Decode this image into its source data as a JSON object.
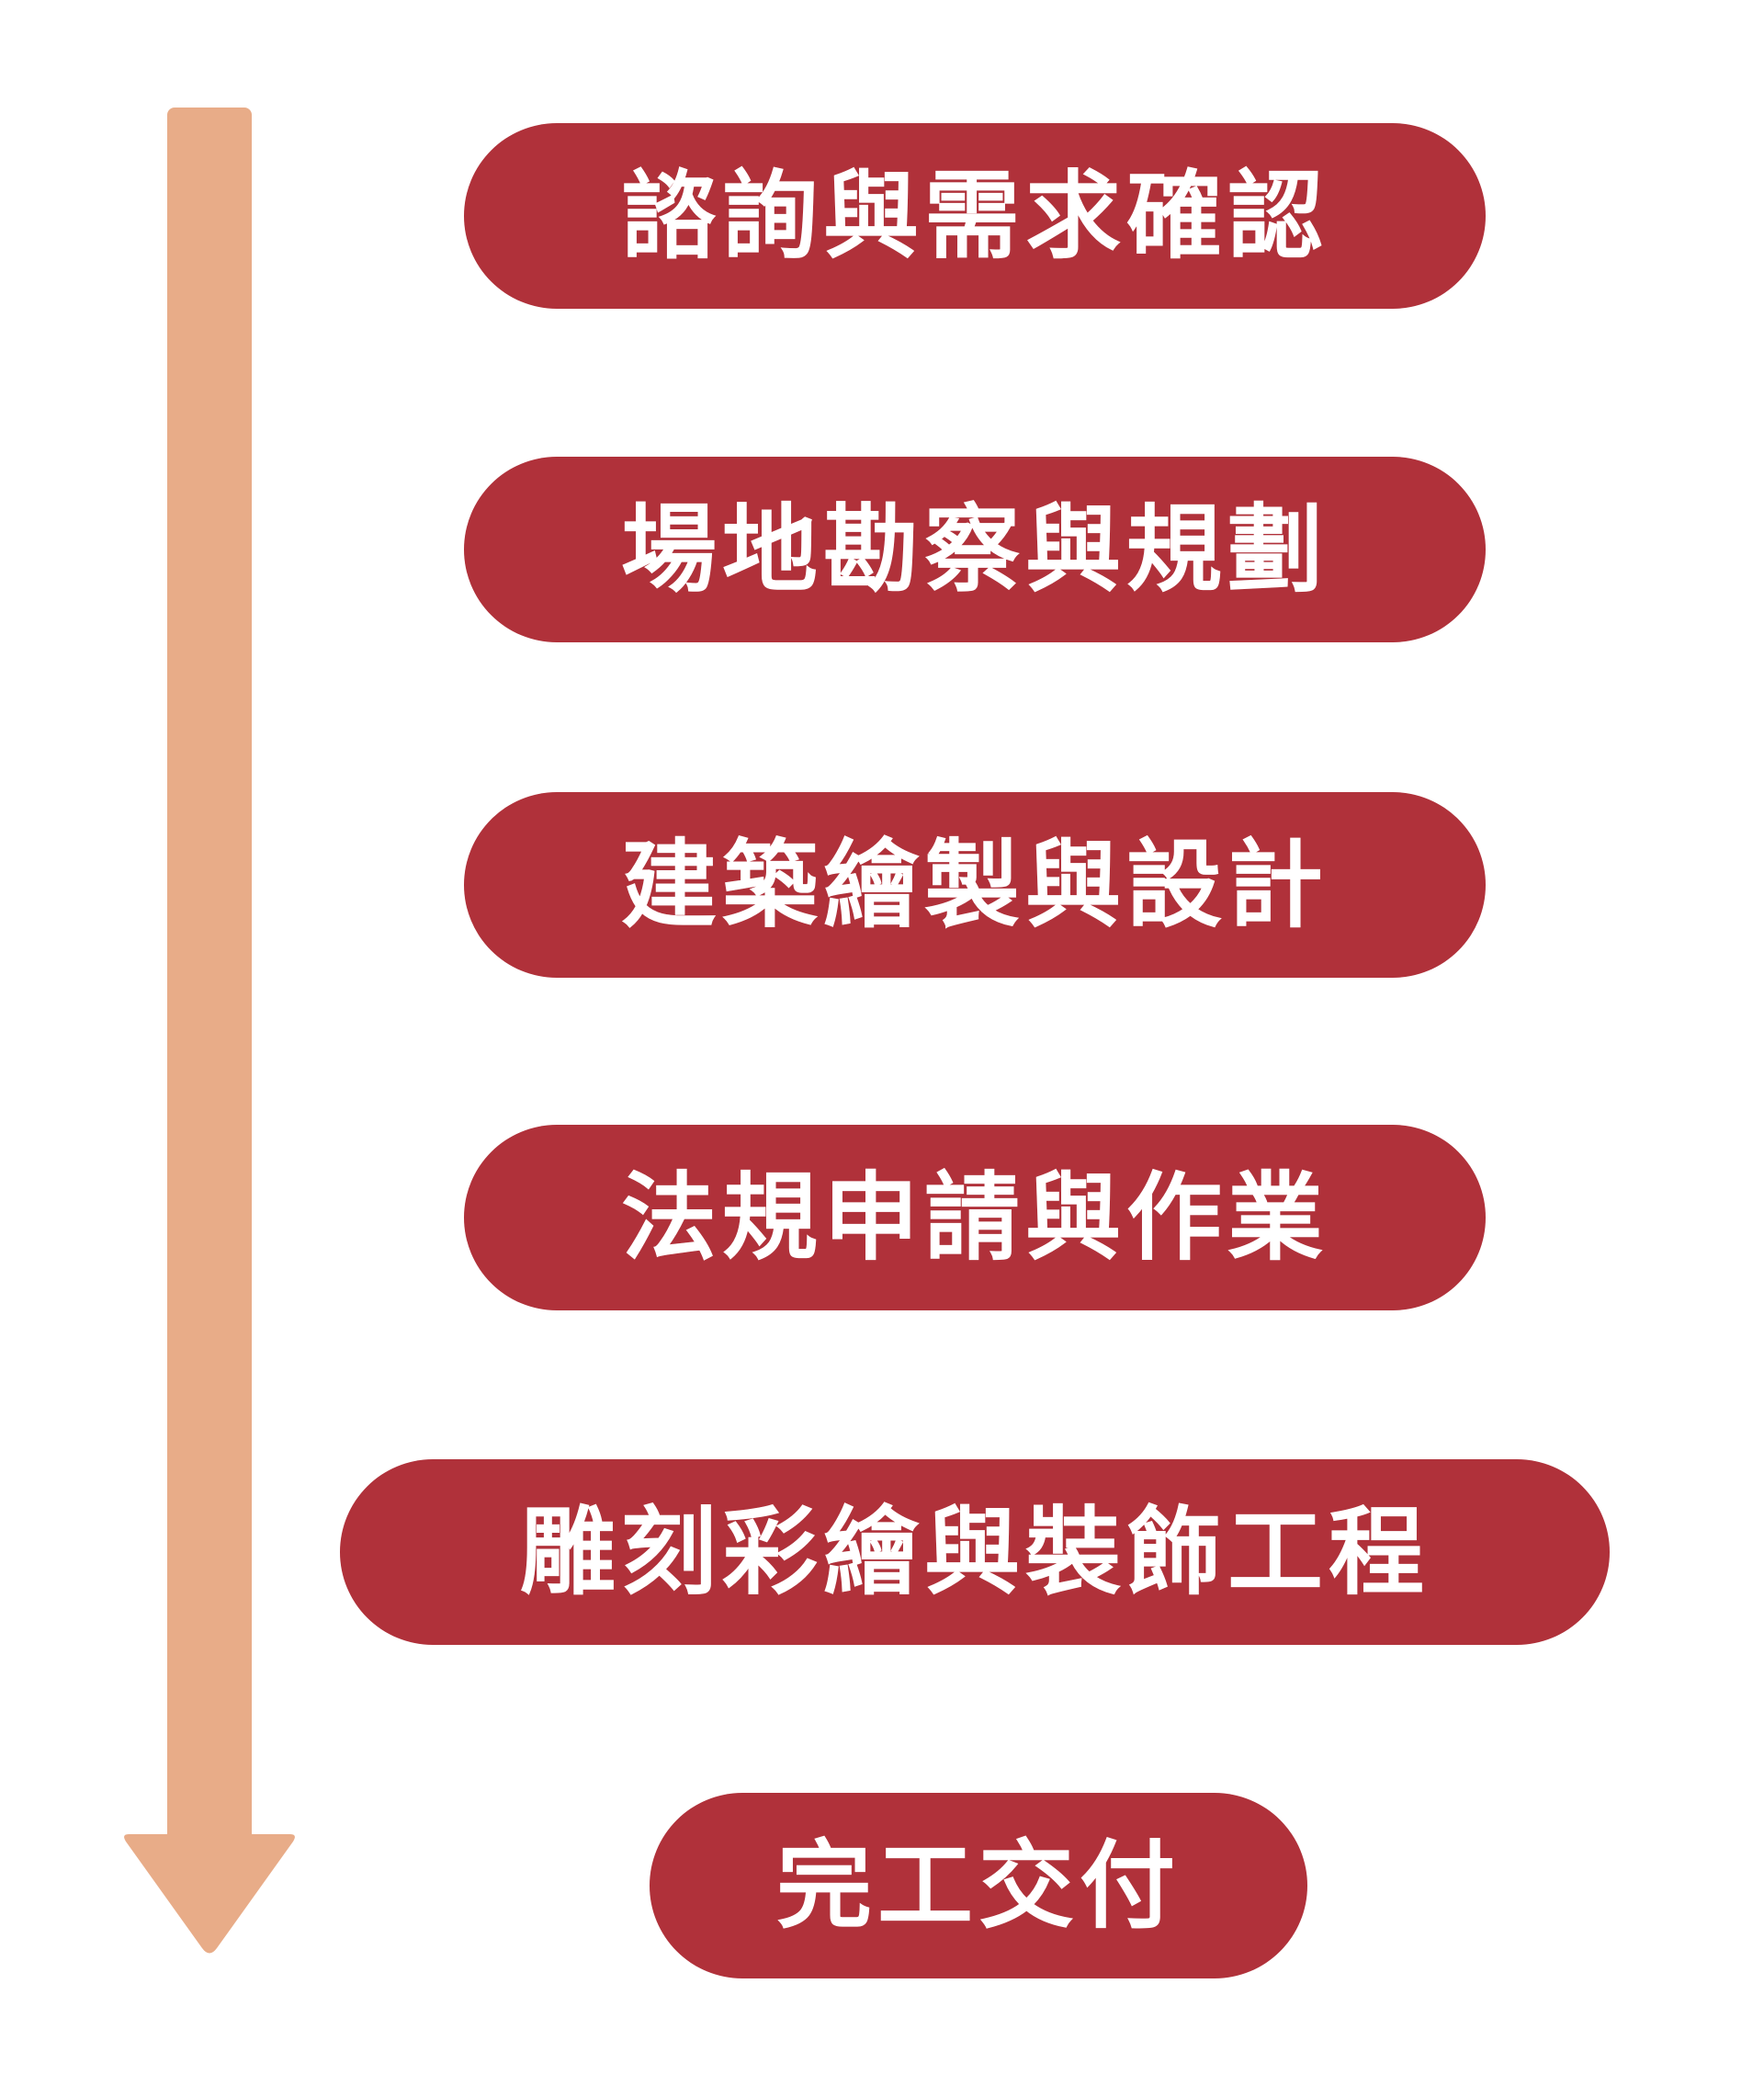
{
  "colors": {
    "step_fill": "#b0313a",
    "step_text": "#ffffff",
    "arrow": "#e8ac88",
    "background": "#ffffff"
  },
  "steps": [
    {
      "label": "諮詢與需求確認"
    },
    {
      "label": "場地勘察與規劃"
    },
    {
      "label": "建築繪製與設計"
    },
    {
      "label": "法規申請與作業"
    },
    {
      "label": "雕刻彩繪與裝飾工程"
    },
    {
      "label": "完工交付"
    }
  ]
}
